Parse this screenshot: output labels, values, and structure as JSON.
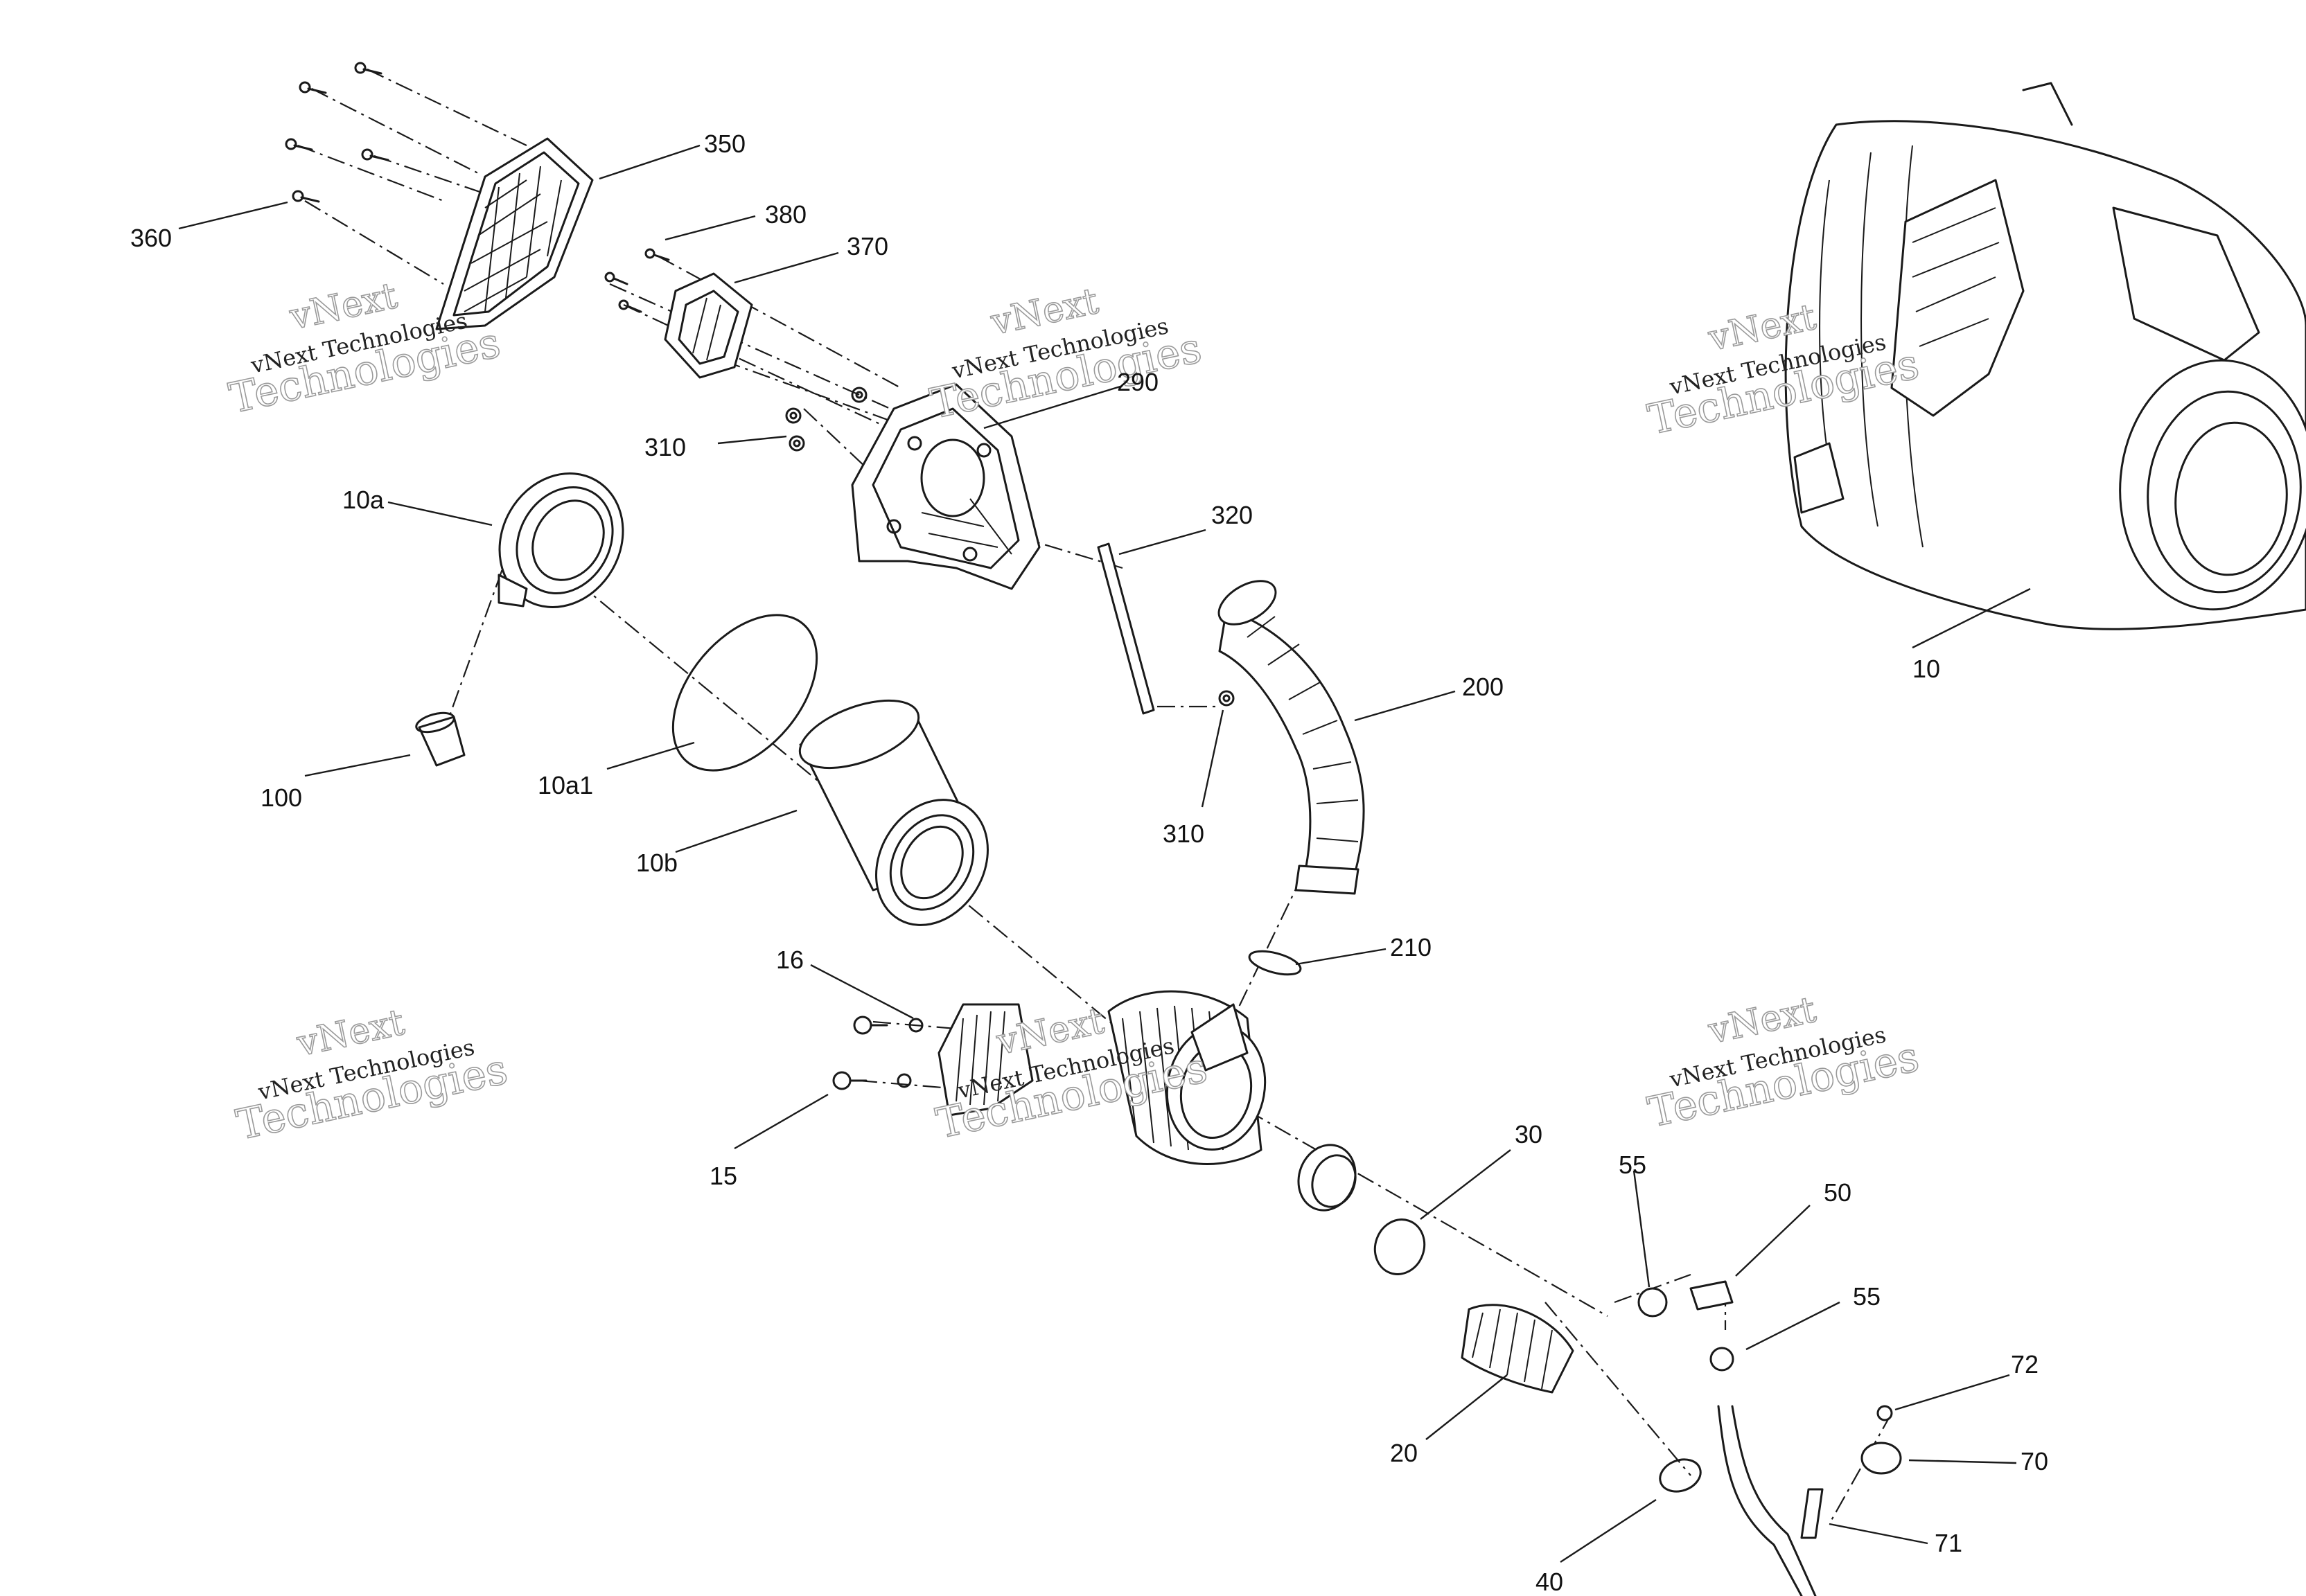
{
  "callouts": {
    "c350": "350",
    "c360": "360",
    "c380": "380",
    "c370": "370",
    "c290": "290",
    "c310a": "310",
    "c10a": "10a",
    "c320": "320",
    "c200": "200",
    "c310b": "310",
    "c100": "100",
    "c10a1": "10a1",
    "c10b": "10b",
    "c10": "10",
    "c210": "210",
    "c16": "16",
    "c15": "15",
    "c30": "30",
    "c55a": "55",
    "c50": "50",
    "c55b": "55",
    "c72": "72",
    "c70": "70",
    "c71": "71",
    "c20": "20",
    "c40": "40"
  },
  "watermark": {
    "line1": "vNext",
    "line2": "vNext Technologies",
    "line3": "Technologies"
  }
}
